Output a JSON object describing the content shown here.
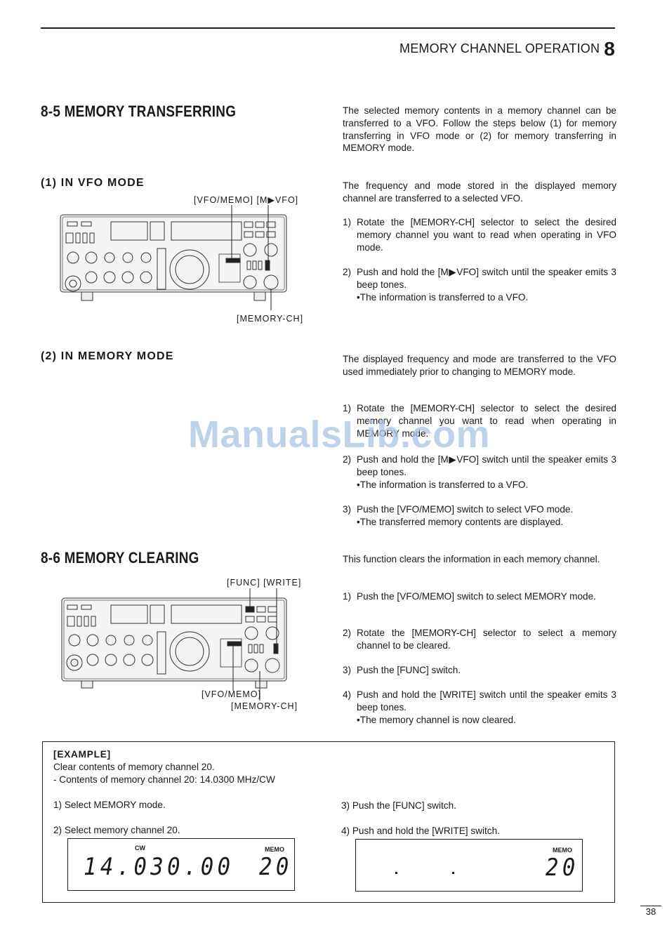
{
  "header": {
    "section_title": "MEMORY CHANNEL OPERATION",
    "chapter_number": "8"
  },
  "transfer": {
    "heading": "8-5 MEMORY TRANSFERRING",
    "intro": "The selected memory contents in a memory channel can be transferred to a VFO. Follow the steps below (1) for memory transferring in VFO mode or (2) for memory transferring in MEMORY mode.",
    "vfo_mode": {
      "heading": "(1) IN VFO MODE",
      "label_top": "[VFO/MEMO] [M▶VFO]",
      "label_bottom": "[MEMORY-CH]",
      "intro": "The frequency and mode stored in the displayed memory channel are transferred to a selected VFO.",
      "steps": [
        {
          "num": "1)",
          "text": "Rotate the [MEMORY-CH] selector to select the desired memory channel you want to read when operating in VFO mode.",
          "bullet": ""
        },
        {
          "num": "2)",
          "text": "Push and hold the [M▶VFO] switch until the speaker emits 3 beep tones.",
          "bullet": "•The information is transferred to a VFO."
        }
      ]
    },
    "memory_mode": {
      "heading": "(2) IN MEMORY MODE",
      "intro": "The displayed frequency and mode are transferred to the VFO used immediately prior to changing to MEMORY mode.",
      "steps": [
        {
          "num": "1)",
          "text": "Rotate the [MEMORY-CH] selector to select the desired memory channel you want to read when operating in MEMORY mode.",
          "bullet": ""
        },
        {
          "num": "2)",
          "text": "Push and hold the [M▶VFO] switch until the speaker emits 3 beep tones.",
          "bullet": "•The information is transferred to a VFO."
        },
        {
          "num": "3)",
          "text": "Push the [VFO/MEMO] switch to select VFO mode.",
          "bullet": "•The transferred memory contents are displayed."
        }
      ]
    }
  },
  "clearing": {
    "heading": "8-6 MEMORY CLEARING",
    "label_top": "[FUNC] [WRITE]",
    "label_bottom_1": "[VFO/MEMO]",
    "label_bottom_2": "[MEMORY-CH]",
    "intro": "This function clears the information in each memory channel.",
    "steps": [
      {
        "num": "1)",
        "text": "Push the [VFO/MEMO] switch to select MEMORY mode.",
        "bullet": ""
      },
      {
        "num": "2)",
        "text": "Rotate the [MEMORY-CH] selector to select a memory channel to be cleared.",
        "bullet": ""
      },
      {
        "num": "3)",
        "text": "Push the [FUNC] switch.",
        "bullet": ""
      },
      {
        "num": "4)",
        "text": "Push and hold the [WRITE] switch until the speaker emits 3 beep tones.",
        "bullet": "•The memory channel is now cleared."
      }
    ]
  },
  "example": {
    "title": "[EXAMPLE]",
    "line1": "Clear contents of memory channel 20.",
    "line2": "- Contents of memory channel 20:  14.0300 MHz/CW",
    "step1": "1) Select MEMORY mode.",
    "step2": "2) Select memory channel 20.",
    "step3": "3) Push the [FUNC] switch.",
    "step4": "4) Push and hold the [WRITE] switch.",
    "display_before": {
      "mode": "CW",
      "memo": "MEMO",
      "frequency": "14.030.00",
      "channel": "20"
    },
    "display_after": {
      "memo": "MEMO",
      "channel": "20"
    }
  },
  "watermark": "ManualsLib.com",
  "page_number": "38"
}
